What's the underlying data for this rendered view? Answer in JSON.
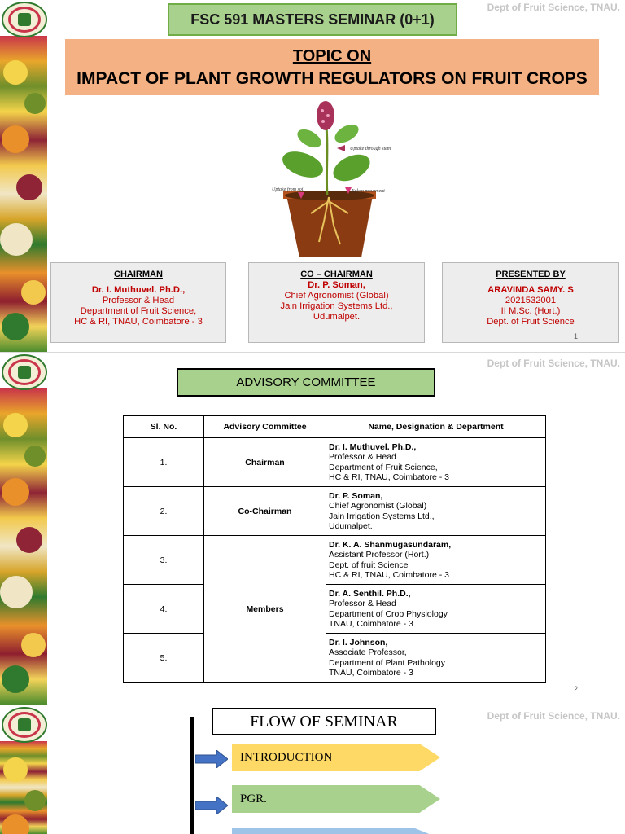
{
  "header": {
    "dept": "Dept of Fruit Science, TNAU."
  },
  "slide1": {
    "course": "FSC 591 MASTERS SEMINAR (0+1)",
    "topic_label": "TOPIC ON",
    "topic_title": "IMPACT OF PLANT GROWTH REGULATORS ON FRUIT CROPS",
    "plant_labels": {
      "stem": "Uptake through stem",
      "soil": "Uptake from soil",
      "xylem": "Xylem movement"
    },
    "chairman": {
      "heading": "CHAIRMAN",
      "name": "Dr. I. Muthuvel. Ph.D.,",
      "line1": "Professor & Head",
      "line2": "Department of Fruit Science,",
      "line3": "HC & RI, TNAU, Coimbatore - 3"
    },
    "co_chairman": {
      "heading": "CO – CHAIRMAN",
      "name": "Dr. P. Soman,",
      "line1": "Chief Agronomist (Global)",
      "line2": "Jain Irrigation Systems Ltd.,",
      "line3": "Udumalpet."
    },
    "presenter": {
      "heading": "PRESENTED BY",
      "name": "ARAVINDA SAMY. S",
      "line1": "2021532001",
      "line2": "II M.Sc. (Hort.)",
      "line3": "Dept. of Fruit Science"
    },
    "page_number": "1"
  },
  "slide2": {
    "title": "ADVISORY COMMITTEE",
    "headers": [
      "Sl. No.",
      "Advisory Committee",
      "Name, Designation & Department"
    ],
    "rows": [
      {
        "no": "1.",
        "role": "Chairman",
        "name": "Dr. I. Muthuvel. Ph.D.,",
        "lines": [
          "Professor & Head",
          "Department of Fruit Science,",
          "HC & RI, TNAU, Coimbatore - 3"
        ]
      },
      {
        "no": "2.",
        "role": "Co-Chairman",
        "name": "Dr. P. Soman,",
        "lines": [
          "Chief Agronomist (Global)",
          "Jain Irrigation Systems Ltd.,",
          "Udumalpet."
        ]
      },
      {
        "no": "3.",
        "role": "Members",
        "name": "Dr. K. A. Shanmugasundaram,",
        "lines": [
          "Assistant Professor (Hort.)",
          "Dept. of fruit Science",
          "HC & RI, TNAU, Coimbatore - 3"
        ]
      },
      {
        "no": "4.",
        "role": "",
        "name": "Dr. A. Senthil. Ph.D.,",
        "lines": [
          "Professor & Head",
          "Department of Crop Physiology",
          "TNAU, Coimbatore - 3"
        ]
      },
      {
        "no": "5.",
        "role": "",
        "name": "Dr. I. Johnson,",
        "lines": [
          "Associate Professor,",
          "Department of Plant Pathology",
          "TNAU, Coimbatore - 3"
        ]
      }
    ],
    "page_number": "2"
  },
  "slide3": {
    "title": "FLOW OF SEMINAR",
    "items": [
      "INTRODUCTION",
      "PGR."
    ]
  },
  "colors": {
    "green_box": "#a9d18e",
    "orange_box": "#f4b183",
    "red_text": "#c00000",
    "intro_box": "#ffd966",
    "arrow_blue": "#4472c4"
  }
}
